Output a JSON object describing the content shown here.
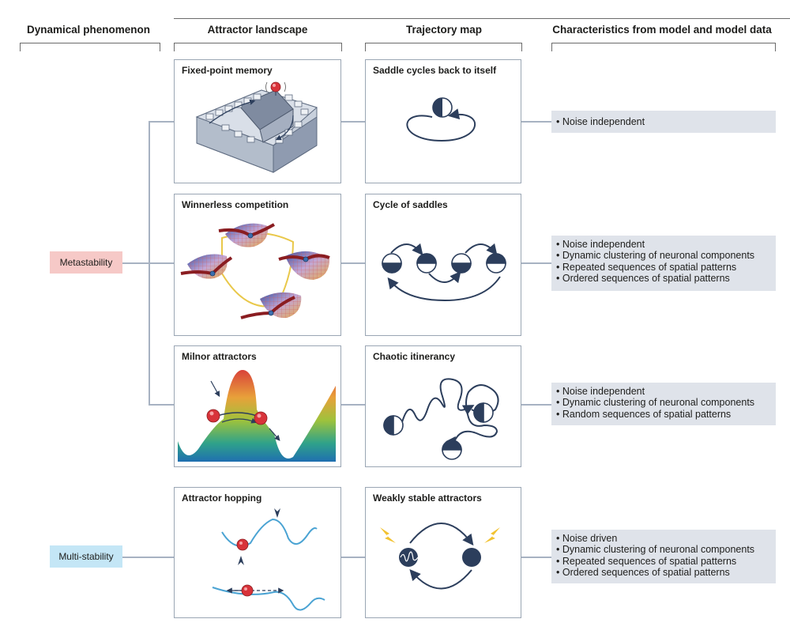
{
  "headers": {
    "phenomenon": "Dynamical phenomenon",
    "landscape": "Attractor landscape",
    "trajectory": "Trajectory map",
    "characteristics": "Characteristics from model and model data"
  },
  "phenomena": {
    "metastability": "Metastability",
    "multistability": "Multi-stability"
  },
  "rows": [
    {
      "landscape_title": "Fixed-point memory",
      "trajectory_title": "Saddle cycles back to itself",
      "characteristics": [
        "Noise independent"
      ]
    },
    {
      "landscape_title": "Winnerless competition",
      "trajectory_title": "Cycle of saddles",
      "characteristics": [
        "Noise independent",
        "Dynamic clustering of neuronal components",
        "Repeated sequences of spatial patterns",
        "Ordered sequences of spatial patterns"
      ]
    },
    {
      "landscape_title": "Milnor attractors",
      "trajectory_title": "Chaotic itinerancy",
      "characteristics": [
        "Noise independent",
        "Dynamic clustering of neuronal components",
        "Random sequences of spatial patterns"
      ]
    },
    {
      "landscape_title": "Attractor hopping",
      "trajectory_title": "Weakly stable attractors",
      "characteristics": [
        "Noise driven",
        "Dynamic clustering of neuronal components",
        "Repeated sequences of spatial patterns",
        "Ordered sequences of spatial patterns"
      ]
    }
  ],
  "colors": {
    "metastability_bg": "#f6c9c7",
    "multistability_bg": "#c4e6f6",
    "char_bg": "#dfe3ea",
    "navy": "#2c3e5c",
    "ball_red": "#d8333a",
    "connector": "#a7b2c2"
  }
}
